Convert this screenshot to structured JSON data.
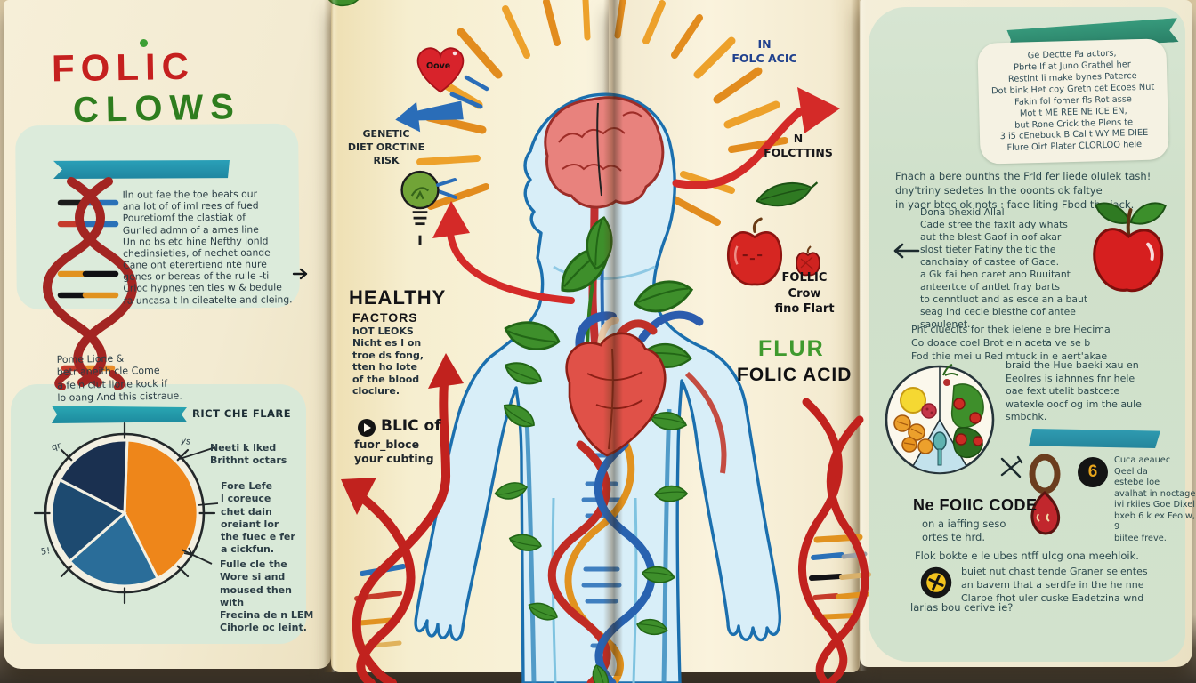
{
  "palette": {
    "paper": "#f7efd8",
    "sage_panel": "#dbe9da",
    "teal_ribbon": "#2494ae",
    "dark_green_ribbon": "#2f8f72",
    "title_red": "#c5201f",
    "title_green": "#2e7d1e",
    "dna_red": "#a32522",
    "arrow_red": "#d42a28",
    "arrow_blue": "#2a6db8",
    "ray_orange": "#eda12b",
    "body_blue": "#d8eef8",
    "body_outline": "#1b6fae",
    "brain_pink": "#e8827d",
    "leaf_green": "#3e8f2b",
    "apple_red": "#d62622",
    "ink": "#2c3e46",
    "ink_right_page": "#33505a"
  },
  "icons": [
    "dna-helix-icon",
    "heart-icon",
    "arrow-left-icon",
    "lightbulb-icon",
    "sun-rays-icon",
    "brain-icon",
    "human-body-figure",
    "leaf-icon",
    "apple-icon",
    "plate-of-food-icon",
    "charm-eight-icon",
    "badge-6-icon",
    "plus-badge-icon",
    "x-mark-icon",
    "play-circle-icon",
    "pie-chart",
    "arrow-up-icon",
    "arrow-right-icon"
  ],
  "left_page": {
    "title_line1": "FOLIC",
    "title_line2": "CLOWS",
    "intro_text": "Iln out fae the toe beats our\nana lot of of iml rees of fued\nPouretiomf the clastiak of\nGunled admn of a arnes line\nUn no bs etc hine Nefthy lonld\nchedinsieties, of nechet oande\nCane ont eterertiend nte hure\ngenes or bereas of the rulle -ti\nCrloc hypnes ten ties w & bedule\nra uncasa t ln cileatelte and cleing.",
    "note_text": "Pome Lione &\nbetr aneith cle Come\na fein clut lione kock if\nlo oang And this cistraue.",
    "pie_heading": "RICT CHE FLARE",
    "pie_tick_top_left": "qr",
    "pie_tick_top_right": "ys",
    "pie_tick_bottom_left": "5!",
    "pie_note_1": "Neeti k lked\nBrithnt octars",
    "pie_note_2": "Fore Lefe\nl coreuce\nchet dain\noreiant lor\nthe fuec e fer\na cickfun.",
    "pie_note_3": "Fulle cle the\nWore si and\nmoused then with\nFrecina de n LEM\nCihorle oc leint."
  },
  "center_left_page": {
    "heart_label": "Oove",
    "risk_caption": "GENETIC\nDIET ORCTINE\nRISK",
    "healthy_title": "HEALTHY",
    "healthy_subtitle": "FACTORS",
    "healthy_text": "hOT LEOKS\nNicht es l on\ntroe ds fong,\ntten ho lote\nof the blood\ncloclure.",
    "blic_title": "BLIC of",
    "blic_text": "fuor_bloce\nyour cubting"
  },
  "center_right_page": {
    "top_caption": "IN\nFOLC ACIC",
    "mid_caption": "N\nFOLCTTINS",
    "folic_caption": "FOLLIC\nCrow\nfino Flart",
    "flur_label": "FLUR",
    "folic_acid_label": "FOLIC ACID"
  },
  "right_page": {
    "card_text": "Ge Dectte Fa actors,\nPbrte If at Juno Grathel her\nRestint li make bynes Paterce\nDot bink Het coy Greth cet Ecoes Nut\nFakin fol fomer fls Rot asse\nMot t ME REE NE ICE EN,\nbut Rone Crick the Plens te\n3 i5 cEnebuck B Cal t WY ME DIEE\nFlure Oirt Plater CLORLOO hele",
    "para_1": "Fnach a bere ounths the Frld fer liede olulek tash!\ndny'triny sedetes ln the ooonts ok faltye\nin yaer btec ok nots : faee liting Fbod the iack.",
    "para_2": "Dona bhexid Allal\nCade stree the faxlt ady whats\naut the blest Gaof in oof akar\nslost tieter Fatiny the tic the\ncanchaiay of castee of Gace.\na Gk fai hen caret ano Ruuitant\nanteertce of antlet fray barts\nto cenntluot and as esce an a baut\nseag ind cecle biesthe cof antee\nsaoulenet.",
    "para_3": "Pht clueclts for thek ielene e bre Hecima\nCo doace coel Brot ein aceta ve se b\nFod thie mei u Red mtuck in e aert'akae",
    "para_3b": "braid the Hue baeki xau en\nEeolres is iahnnes fnr hele\noae fext utelit bastcete\nwatexle oocf og im the aule\nsmbchk.",
    "code_title": "Ne FOlIC CODE",
    "code_text": "on a iaffing seso\nortes te hrd.",
    "badge_6": "6",
    "badge_6_text": "Cuca aeauec\nQeel da\nestebe loe\navalhat in noctage\nivi rkiies Goe Dixel\nbxeb 6 k ex Feolw, 9\nbiitee freve.",
    "bottom_line": "Flok bokte e le ubes ntff ulcg ona meehloik.",
    "bottom_text": "buiet nut chast tende Graner selentes\nan bavem that a serdfe in the he nne\nClarbe fhot uler cuske Eadetzina wnd",
    "bottom_tail": "larias bou cerive ie?"
  },
  "chart_data": {
    "type": "pie",
    "title": "RICT CHE FLARE",
    "slices": [
      {
        "label": "Neeti k lked Brithnt octars",
        "value": 42,
        "color": "#ee861a"
      },
      {
        "label": "Fore Lefe l coreuce chet dain",
        "value": 21,
        "color": "#2a6d99"
      },
      {
        "label": "Fulle cle the Wore si",
        "value": 19,
        "color": "#1d4a70"
      },
      {
        "label": "(unlabeled navy segment)",
        "value": 18,
        "color": "#1a3050"
      }
    ],
    "ring_color": "#f3f0e2",
    "legend_position": "right-annotations",
    "grid": false
  }
}
